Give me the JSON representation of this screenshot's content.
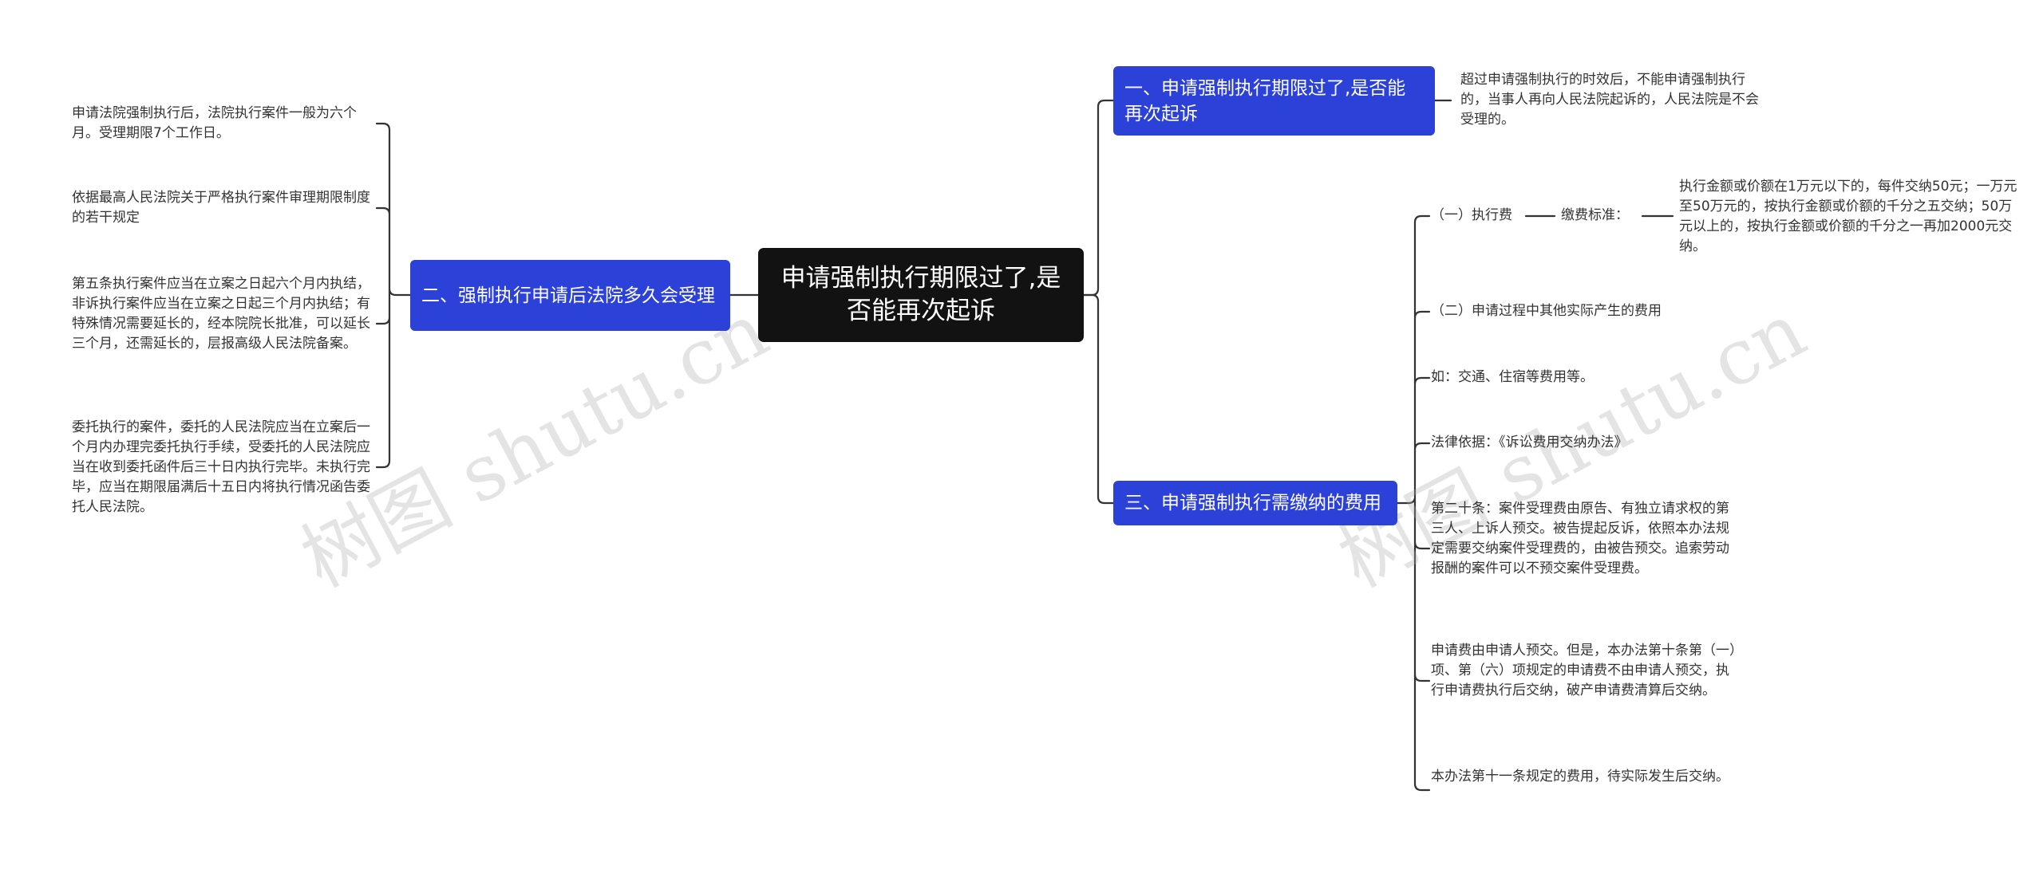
{
  "root": {
    "title": "申请强制执行期限过了,是否能再次起诉"
  },
  "branches": {
    "b1": {
      "title": "一、申请强制执行期限过了,是否能再次起诉",
      "leaf": "超过申请强制执行的时效后，不能申请强制执行的，当事人再向人民法院起诉的，人民法院是不会受理的。"
    },
    "b2": {
      "title": "二、强制执行申请后法院多久会受理",
      "leaves": [
        "申请法院强制执行后，法院执行案件一般为六个月。受理期限7个工作日。",
        "依据最高人民法院关于严格执行案件审理期限制度的若干规定",
        "第五条执行案件应当在立案之日起六个月内执结，非诉执行案件应当在立案之日起三个月内执结；有特殊情况需要延长的，经本院院长批准，可以延长三个月，还需延长的，层报高级人民法院备案。",
        "委托执行的案件，委托的人民法院应当在立案后一个月内办理完委托执行手续，受委托的人民法院应当在收到委托函件后三十日内执行完毕。未执行完毕，应当在期限届满后十五日内将执行情况函告委托人民法院。"
      ]
    },
    "b3": {
      "title": "三、申请强制执行需缴纳的费用",
      "exec_fee": "（一）执行费",
      "fee_standard": "缴费标准：",
      "fee_detail": "执行金额或价额在1万元以下的，每件交纳50元；一万元至50万元的，按执行金额或价额的千分之五交纳；50万元以上的，按执行金额或价额的千分之一再加2000元交纳。",
      "leaves": [
        "（二）申请过程中其他实际产生的费用",
        "如：交通、住宿等费用等。",
        "法律依据：《诉讼费用交纳办法》",
        "第二十条：案件受理费由原告、有独立请求权的第三人、上诉人预交。被告提起反诉，依照本办法规定需要交纳案件受理费的，由被告预交。追索劳动报酬的案件可以不预交案件受理费。",
        "申请费由申请人预交。但是，本办法第十条第（一）项、第（六）项规定的申请费不由申请人预交，执行申请费执行后交纳，破产申请费清算后交纳。",
        "本办法第十一条规定的费用，待实际发生后交纳。"
      ]
    }
  },
  "watermark": "树图 shutu.cn",
  "colors": {
    "root": "#121212",
    "branch": "#2b41d8",
    "line": "#333333"
  }
}
